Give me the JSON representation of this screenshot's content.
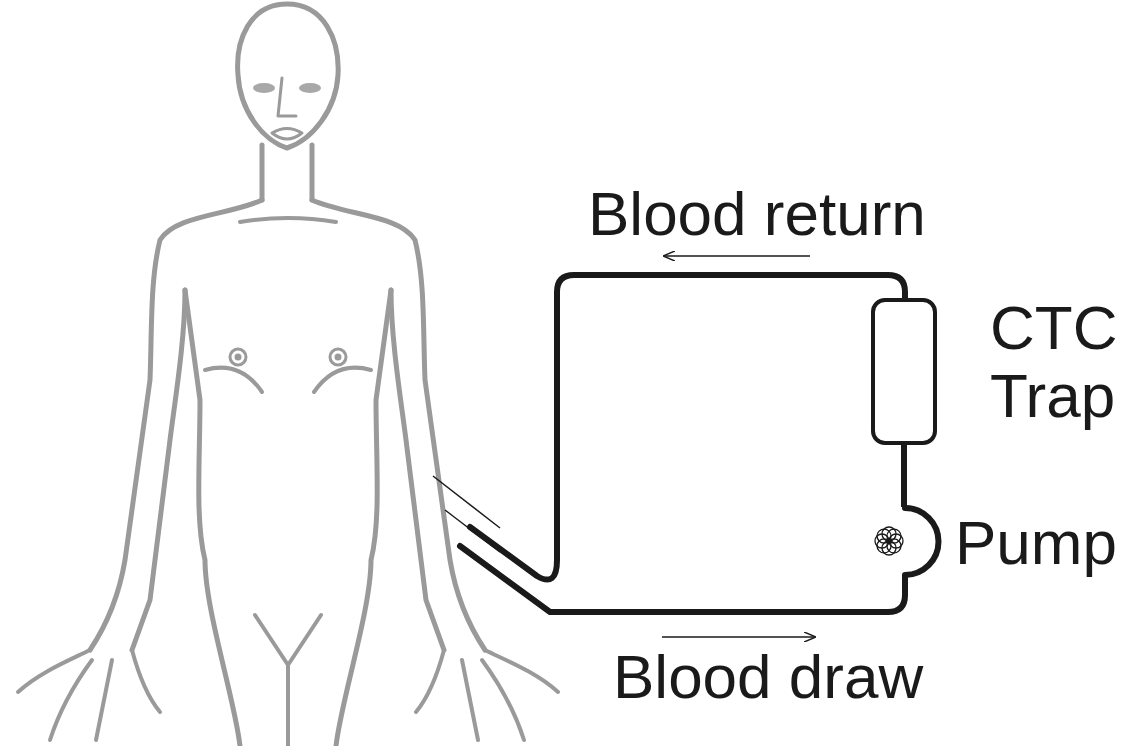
{
  "diagram": {
    "nodes": [
      {
        "text": [
          "CTC Trap"
        ]
      },
      {
        "text": [
          "Pump"
        ]
      }
    ],
    "edges": [
      {
        "from": 1,
        "to": 0,
        "arrow": "none"
      }
    ],
    "labels": [
      "Blood return",
      "Blood draw"
    ]
  }
}
